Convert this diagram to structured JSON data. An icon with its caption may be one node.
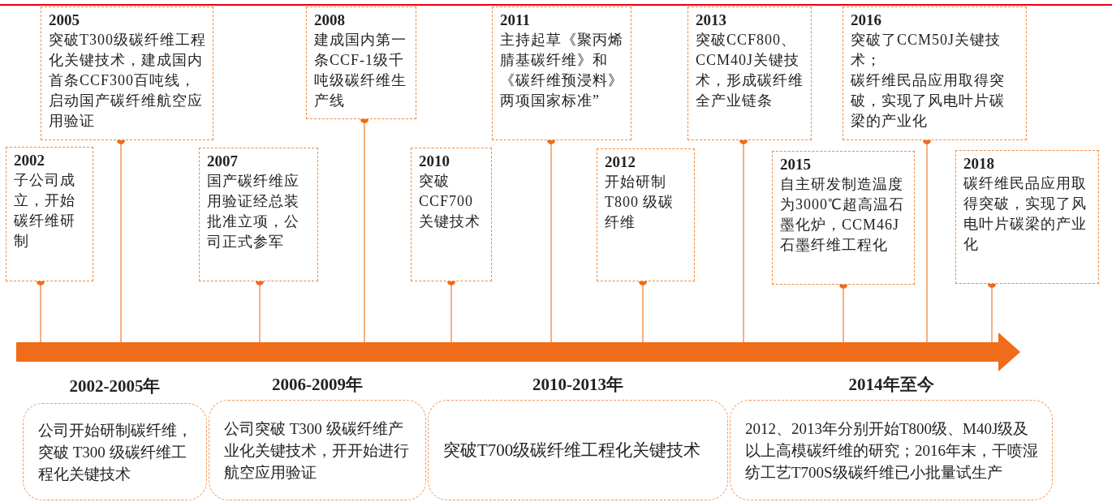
{
  "diagram": {
    "nodes": [
      {
        "text": [
          "2002",
          "子公司成立，开始碳纤维研制"
        ]
      },
      {
        "text": [
          "2005",
          "突破T300级碳纤维工程化关键技术，建成国内首条CCF300百吨线，启动国产碳纤维航空应用验证"
        ]
      },
      {
        "text": [
          "2007",
          "国产碳纤维应用验证经总装批准立项，公司正式参军"
        ]
      },
      {
        "text": [
          "2008",
          "建成国内第一条CCF-1级千吨级碳纤维生产线"
        ]
      },
      {
        "text": [
          "2010",
          "突破CCF700关键技术"
        ]
      },
      {
        "text": [
          "2011",
          "主持起草《聚丙烯腈基碳纤维》和《碳纤维预浸料》两项国家标准”"
        ]
      },
      {
        "text": [
          "2012",
          "开始研制T800 级碳纤维"
        ]
      },
      {
        "text": [
          "2013",
          "突破CCF800、CCM40J关键技术，形成碳纤维全产业链条"
        ]
      },
      {
        "text": [
          "2015",
          "自主研发制造温度为3000℃超高温石墨化炉，CCM46J石墨纤维工程化"
        ]
      },
      {
        "text": [
          "2016",
          "突破了CCM50J关键技术；",
          "碳纤维民品应用取得突破，实现了风电叶片碳梁的产业化"
        ]
      },
      {
        "text": [
          "2018",
          "碳纤维民品应用取得突破，实现了风电叶片碳梁的产业化"
        ]
      },
      {
        "text": [],
        "shape": "bar"
      },
      {
        "text": [
          "2002-2005年",
          "公司开始研制碳纤维，突破 T300 级碳纤维工程化关键技术"
        ]
      },
      {
        "text": [
          "2006-2009年",
          "公司突破 T300 级碳纤维产业化关键技术，开开始进行航空应用验证"
        ]
      },
      {
        "text": [
          "2010-2013年",
          "突破T700级碳纤维工程化关键技术"
        ]
      },
      {
        "text": [
          "2014年至今",
          "2012、2013年分别开始T800级、M40J级及以上高模碳纤维的研究；2016年末，干喷湿纺工艺T700S级碳纤维已小批量试生产"
        ]
      }
    ],
    "edges": [
      {
        "from": 0,
        "to": 11,
        "arrow": "other"
      },
      {
        "from": 1,
        "to": 11,
        "arrow": "other"
      },
      {
        "from": 2,
        "to": 11,
        "arrow": "other"
      },
      {
        "from": 3,
        "to": 11,
        "arrow": "other"
      },
      {
        "from": 4,
        "to": 11,
        "arrow": "other"
      },
      {
        "from": 5,
        "to": 11,
        "arrow": "other"
      },
      {
        "from": 6,
        "to": 11,
        "arrow": "other"
      },
      {
        "from": 7,
        "to": 11,
        "arrow": "other"
      },
      {
        "from": 8,
        "to": 11,
        "arrow": "other"
      },
      {
        "from": 9,
        "to": 11,
        "arrow": "other"
      },
      {
        "from": 10,
        "to": 11,
        "arrow": "other"
      }
    ]
  }
}
